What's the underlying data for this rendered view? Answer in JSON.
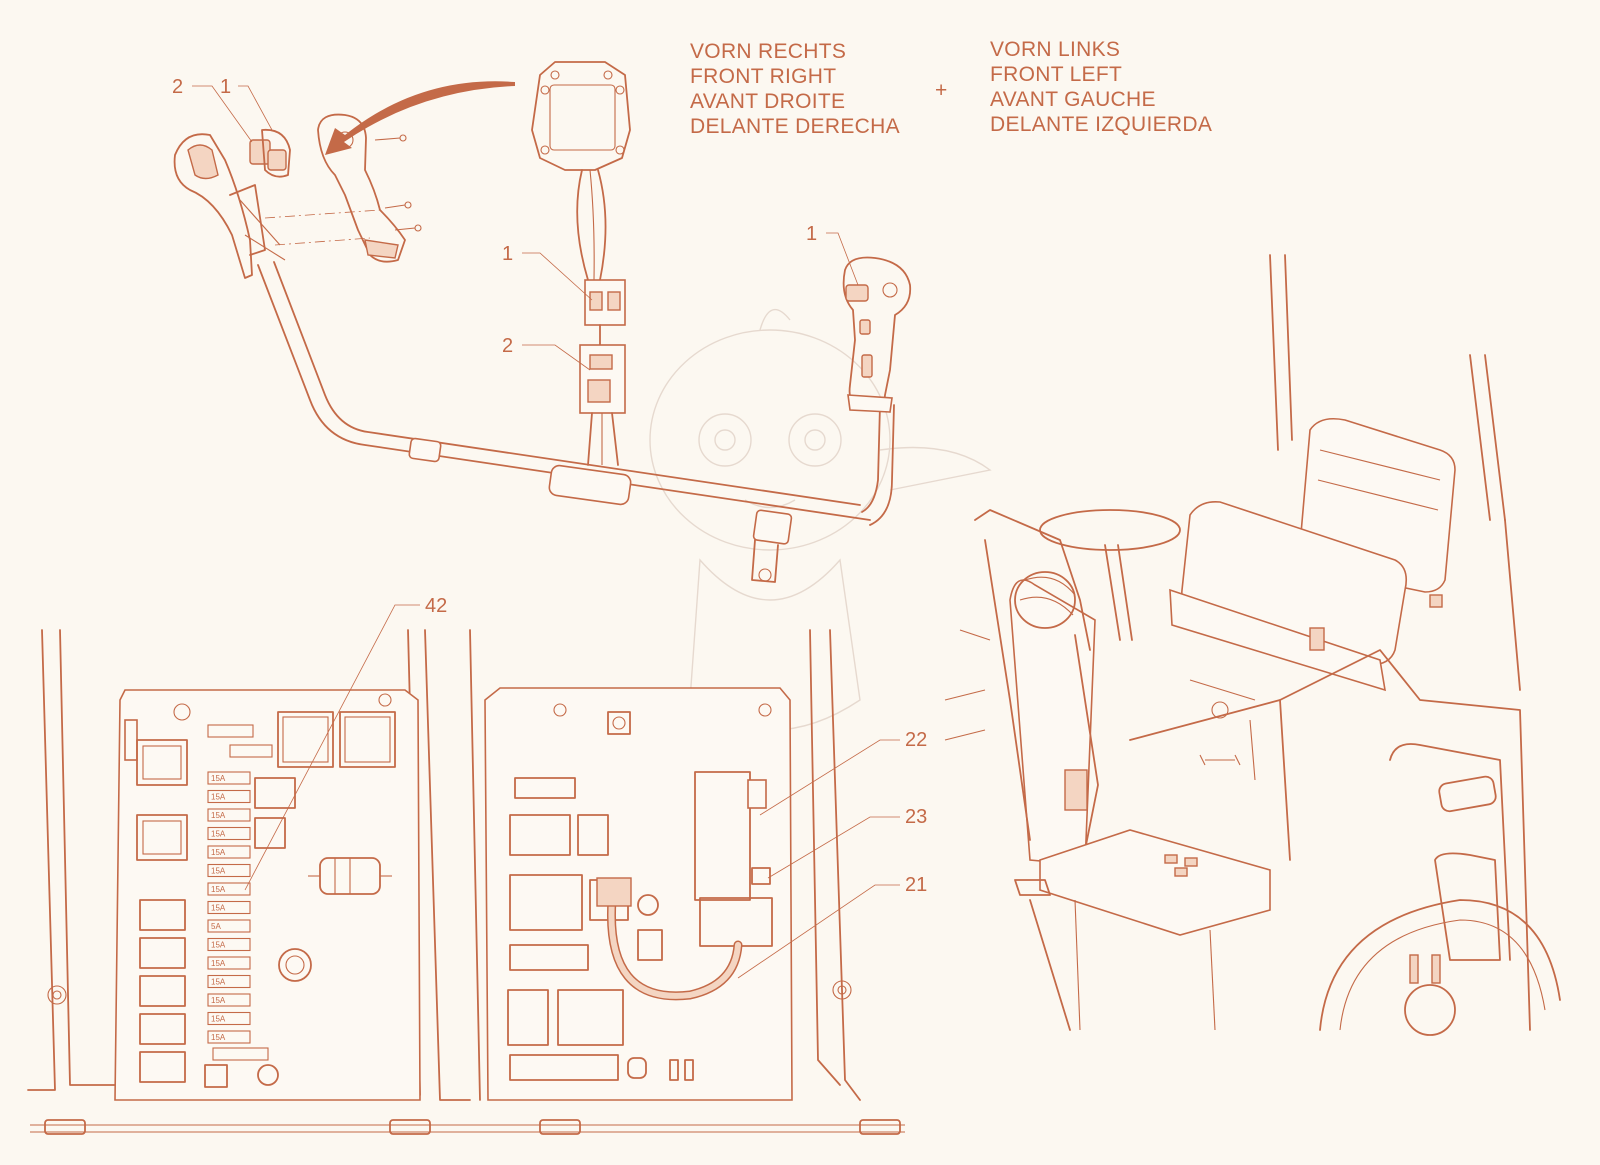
{
  "labels": {
    "front_right": [
      "VORN RECHTS",
      "FRONT RIGHT",
      "AVANT DROITE",
      "DELANTE DERECHA"
    ],
    "plus": "+",
    "front_left": [
      "VORN LINKS",
      "FRONT LEFT",
      "AVANT GAUCHE",
      "DELANTE IZQUIERDA"
    ]
  },
  "callouts": {
    "joystick_top_2": "2",
    "joystick_top_1": "1",
    "connector_1": "1",
    "connector_2": "2",
    "right_joystick_1": "1",
    "fuse_42": "42",
    "relay_22": "22",
    "relay_23": "23",
    "harness_21": "21"
  },
  "fuse_labels": [
    "15A",
    "15A",
    "15A",
    "15A",
    "15A",
    "15A",
    "15A",
    "15A",
    "5A",
    "15A",
    "15A",
    "15A",
    "15A",
    "15A",
    "15A"
  ],
  "colors": {
    "line": "#c46a48",
    "fill": "#f4d5c2",
    "background": "#fcf8f1"
  }
}
